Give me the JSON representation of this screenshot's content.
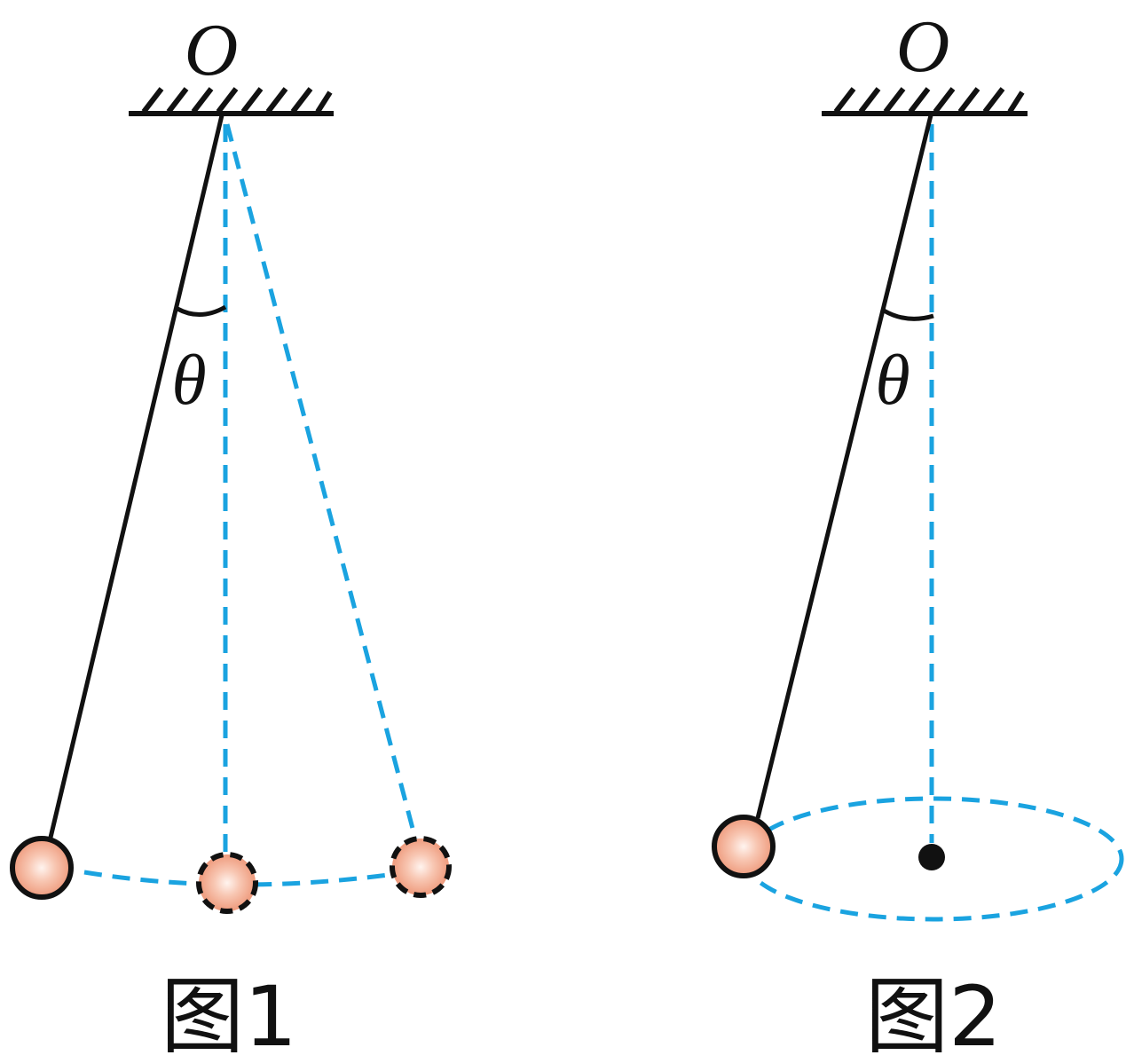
{
  "colors": {
    "ink": "#111111",
    "guide": "#1aa3e0",
    "bob_fill": "#f4a98e",
    "bob_highlight": "#fff4ef"
  },
  "figure1": {
    "pivot_label": "O",
    "angle_label": "θ",
    "caption": "图1"
  },
  "figure2": {
    "pivot_label": "O",
    "angle_label": "θ",
    "caption": "图2"
  }
}
